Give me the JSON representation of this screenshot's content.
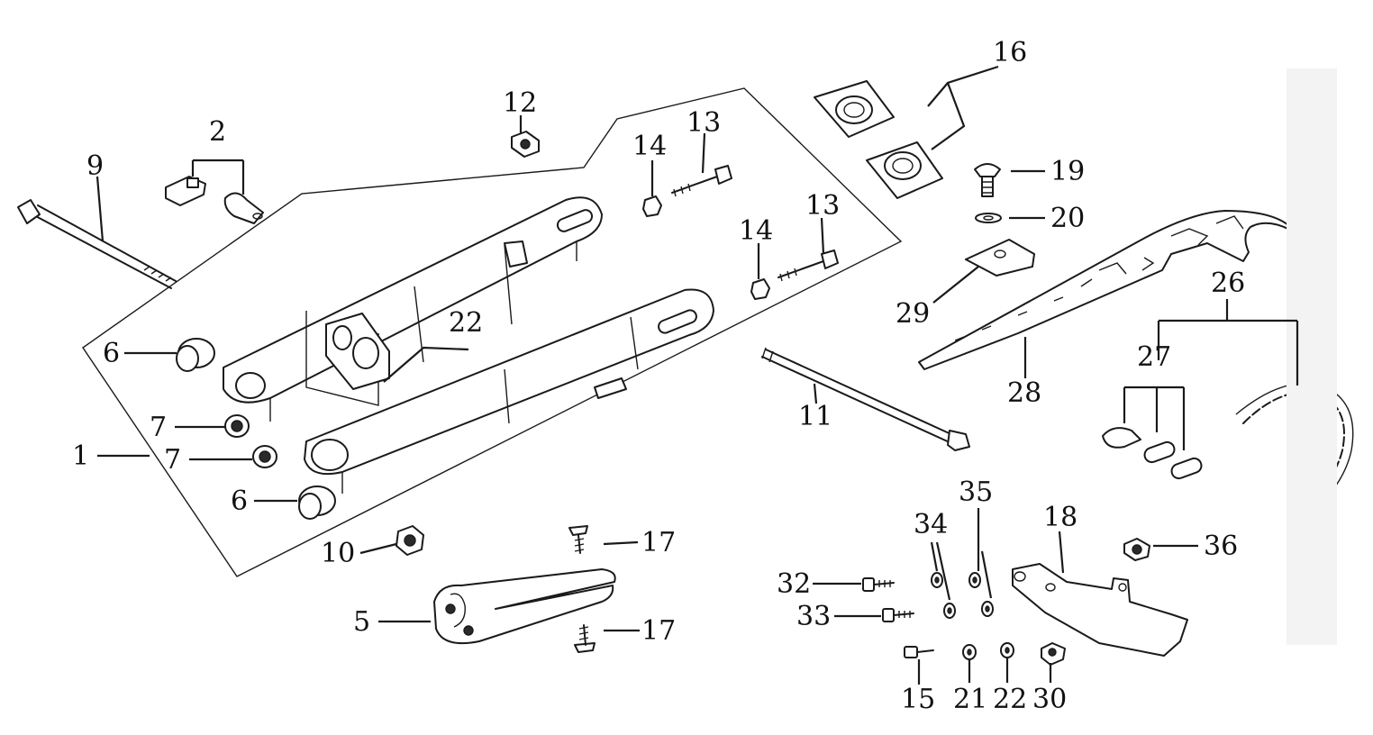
{
  "callouts": [
    {
      "id": "c1",
      "text": "1"
    },
    {
      "id": "c2",
      "text": "2"
    },
    {
      "id": "c5",
      "text": "5"
    },
    {
      "id": "c6a",
      "text": "6"
    },
    {
      "id": "c6b",
      "text": "6"
    },
    {
      "id": "c7a",
      "text": "7"
    },
    {
      "id": "c7b",
      "text": "7"
    },
    {
      "id": "c9",
      "text": "9"
    },
    {
      "id": "c10",
      "text": "10"
    },
    {
      "id": "c11",
      "text": "11"
    },
    {
      "id": "c12",
      "text": "12"
    },
    {
      "id": "c13a",
      "text": "13"
    },
    {
      "id": "c13b",
      "text": "13"
    },
    {
      "id": "c14a",
      "text": "14"
    },
    {
      "id": "c14b",
      "text": "14"
    },
    {
      "id": "c15",
      "text": "15"
    },
    {
      "id": "c16",
      "text": "16"
    },
    {
      "id": "c17a",
      "text": "17"
    },
    {
      "id": "c17b",
      "text": "17"
    },
    {
      "id": "c18",
      "text": "18"
    },
    {
      "id": "c19",
      "text": "19"
    },
    {
      "id": "c20",
      "text": "20"
    },
    {
      "id": "c21",
      "text": "21"
    },
    {
      "id": "c22a",
      "text": "22"
    },
    {
      "id": "c22b",
      "text": "22"
    },
    {
      "id": "c26",
      "text": "26"
    },
    {
      "id": "c27",
      "text": "27"
    },
    {
      "id": "c28",
      "text": "28"
    },
    {
      "id": "c29",
      "text": "29"
    },
    {
      "id": "c30",
      "text": "30"
    },
    {
      "id": "c32",
      "text": "32"
    },
    {
      "id": "c33",
      "text": "33"
    },
    {
      "id": "c34",
      "text": "34"
    },
    {
      "id": "c35",
      "text": "35"
    },
    {
      "id": "c36",
      "text": "36"
    }
  ]
}
